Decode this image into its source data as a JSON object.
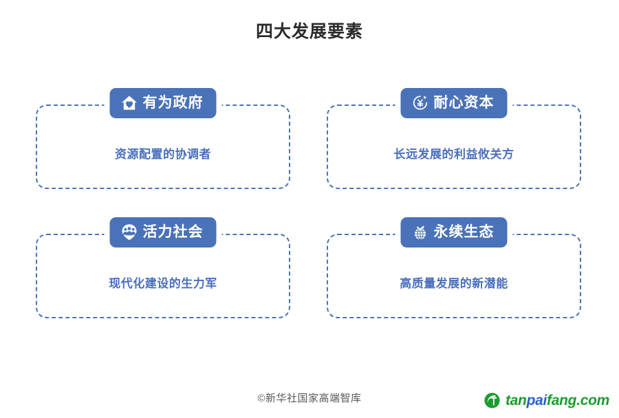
{
  "title": "四大发展要素",
  "colors": {
    "badge_blue": "#4a72b8",
    "desc_blue": "#4a6fbd",
    "border_blue": "#4a72b8",
    "title_gray": "#2b2b2b",
    "credit_gray": "#58585a",
    "watermark_green": "#1a9c2e",
    "watermark_blue": "#2a5fc8"
  },
  "cards": [
    {
      "badge_label": "有为政府",
      "icon": "house-heart-icon",
      "description": "资源配置的协调者"
    },
    {
      "badge_label": "耐心资本",
      "icon": "yuan-circular-arrow-icon",
      "description": "长远发展的利益攸关方"
    },
    {
      "badge_label": "活力社会",
      "icon": "people-group-icon",
      "description": "现代化建设的生力军"
    },
    {
      "badge_label": "永续生态",
      "icon": "globe-leaf-icon",
      "description": "高质量发展的新潜能"
    }
  ],
  "footer": {
    "credit": "©新华社国家高端智库",
    "watermark_part1": "tan",
    "watermark_part2": "pai",
    "watermark_part3": "fang.com",
    "watermark_logo": "leaf-circle-logo"
  }
}
